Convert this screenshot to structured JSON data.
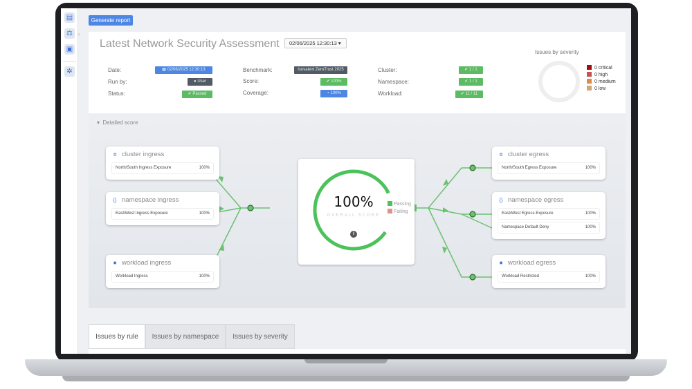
{
  "toolbar": {
    "generate_label": "Generate report"
  },
  "sidebar": {
    "items": [
      "report-icon",
      "network-policy-icon",
      "dashboard-icon",
      "kubernetes-icon"
    ]
  },
  "header": {
    "title": "Latest Network Security Assessment",
    "date_select": "02/06/2025 12:30:13",
    "fields": {
      "date_label": "Date:",
      "date_value": "02/06/2025 12:30:13",
      "runby_label": "Run by:",
      "runby_value": "User",
      "status_label": "Status:",
      "status_value": "Passed",
      "benchmark_label": "Benchmark:",
      "benchmark_value": "Isovalent ZeroTrust 2025",
      "score_label": "Score:",
      "score_value": "100%",
      "coverage_label": "Coverage:",
      "coverage_value": "100%",
      "cluster_label": "Cluster:",
      "cluster_value": "1 / 1",
      "namespace_label": "Namespace:",
      "namespace_value": "1 / 1",
      "workload_label": "Workload:",
      "workload_value": "11 / 11"
    },
    "severity": {
      "title": "Issues by severity",
      "items": [
        {
          "count": "0",
          "label": "critical",
          "color": "#a30d0d"
        },
        {
          "count": "0",
          "label": "high",
          "color": "#c9524f"
        },
        {
          "count": "0",
          "label": "medium",
          "color": "#e08a45"
        },
        {
          "count": "0",
          "label": "low",
          "color": "#d2a76e"
        }
      ]
    }
  },
  "detail": {
    "toggle_label": "Detailed score",
    "overall": {
      "value": "100%",
      "label": "OVERALL SCORE",
      "percent": 100,
      "legend": [
        {
          "label": "Passing",
          "color": "#4cc25a"
        },
        {
          "label": "Failing",
          "color": "#e0918a"
        }
      ]
    },
    "ingress": [
      {
        "title": "cluster ingress",
        "rows": [
          {
            "name": "North/South Ingress Exposure",
            "value": "100%"
          }
        ]
      },
      {
        "title": "namespace ingress",
        "rows": [
          {
            "name": "East/West Ingress Exposure",
            "value": "100%"
          }
        ]
      },
      {
        "title": "workload ingress",
        "rows": [
          {
            "name": "Workload Ingress",
            "value": "100%"
          }
        ]
      }
    ],
    "egress": [
      {
        "title": "cluster egress",
        "rows": [
          {
            "name": "North/South Egress Exposure",
            "value": "100%"
          }
        ]
      },
      {
        "title": "namespace egress",
        "rows": [
          {
            "name": "East/West Egress Exposure",
            "value": "100%"
          },
          {
            "name": "Namespace Default Deny",
            "value": "100%"
          }
        ]
      },
      {
        "title": "workload egress",
        "rows": [
          {
            "name": "Workload Restricted",
            "value": "100%"
          }
        ]
      }
    ]
  },
  "tabs": [
    {
      "label": "Issues by rule",
      "active": true
    },
    {
      "label": "Issues by namespace"
    },
    {
      "label": "Issues by severity"
    }
  ]
}
